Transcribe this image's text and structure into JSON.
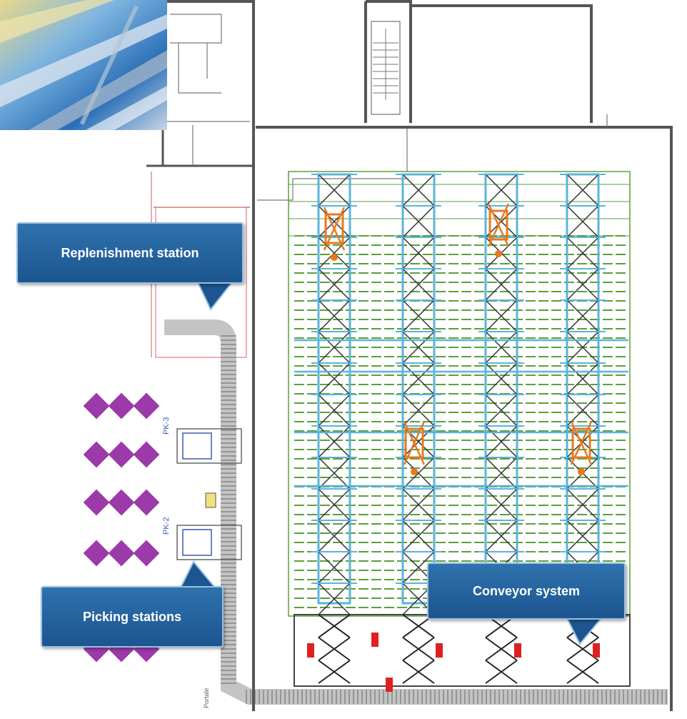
{
  "callouts": {
    "replenishment": "Replenishment station",
    "picking": "Picking stations",
    "conveyor": "Conveyor system"
  },
  "drawing_labels": {
    "pk_upper": "PK-3",
    "pk_lower": "PK-2",
    "bottom_left": "Portale"
  },
  "colors": {
    "callout_fill": "#1f5a96",
    "rack_green": "#5aa03c",
    "rack_blue": "#5ab4dc",
    "crane_orange": "#e8781e",
    "workstation_purple": "#9b3aa8",
    "wall": "#555555",
    "conveyor_red": "#e02020"
  }
}
